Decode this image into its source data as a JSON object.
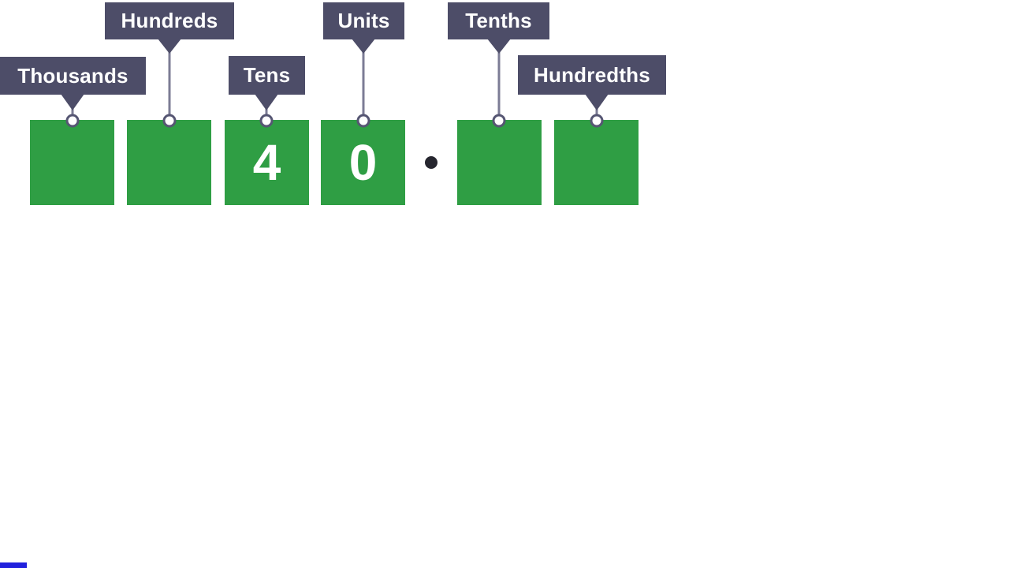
{
  "figure": {
    "description": "Place value diagram with labelled columns and a decimal point",
    "decimal_separator": ".",
    "places": [
      {
        "label": "Thousands",
        "digit": "",
        "label_row": "lower"
      },
      {
        "label": "Hundreds",
        "digit": "",
        "label_row": "upper"
      },
      {
        "label": "Tens",
        "digit": "4",
        "label_row": "lower"
      },
      {
        "label": "Units",
        "digit": "0",
        "label_row": "upper"
      },
      {
        "label": "Tenths",
        "digit": "",
        "label_row": "upper"
      },
      {
        "label": "Hundredths",
        "digit": "",
        "label_row": "lower"
      }
    ],
    "colors": {
      "box_green": "#2f9e44",
      "label_bg": "#4d4d68",
      "connector": "#7c7c95",
      "circle_stroke": "#565673",
      "decimal_dot": "#26262f",
      "text": "#ffffff",
      "corner_mark_blue": "#2222dd"
    }
  }
}
